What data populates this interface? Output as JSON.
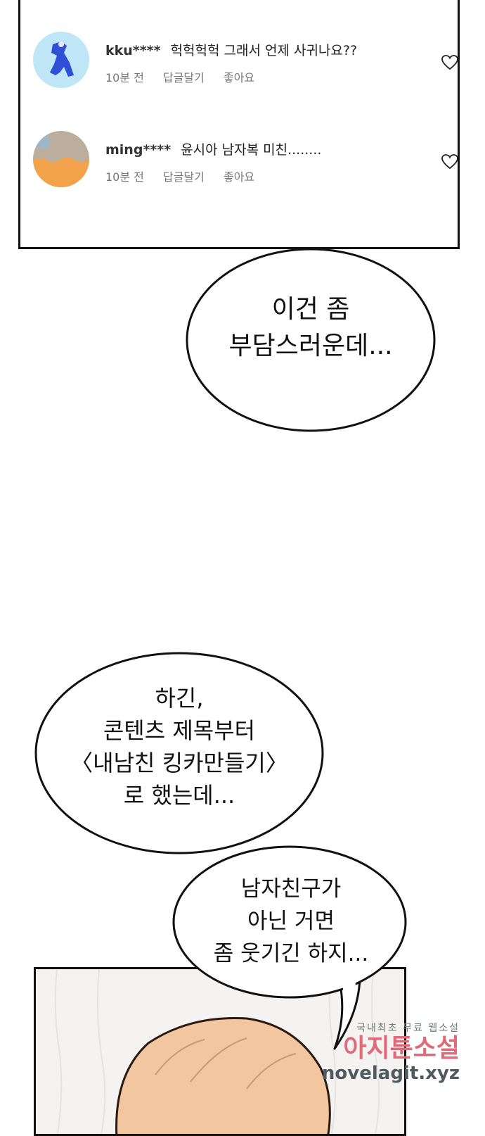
{
  "comments": [
    {
      "user": "kku****",
      "text": "헉헉헉헉 그래서 언제 사귀나요??",
      "time": "10분 전",
      "reply": "답글달기",
      "like": "좋아요"
    },
    {
      "user": "ming****",
      "text": "윤시아 남자복 미친........",
      "time": "10분 전",
      "reply": "답글달기",
      "like": "좋아요"
    }
  ],
  "bubbles": [
    {
      "lines": [
        "이건 좀",
        "부담스러운데..."
      ]
    },
    {
      "lines": [
        "하긴,",
        "콘텐츠 제목부터",
        "〈내남친 킹카만들기〉",
        "로 했는데..."
      ]
    },
    {
      "lines": [
        "남자친구가",
        "아닌 거면",
        "좀 웃기긴 하지..."
      ]
    }
  ],
  "watermark": {
    "line1": "국내최초 무료 웹소설",
    "line2": "아지툰소설",
    "line3": "novelagit.xyz"
  },
  "icons": {
    "like": "heart-outline-icon"
  },
  "colors": {
    "avatar1_bg": "#bfe6f7",
    "avatar1_figure": "#2f4fd6",
    "avatar2_top": "#bcae9c",
    "avatar2_bottom": "#f2a24a",
    "hair": "#f2c7a0"
  }
}
